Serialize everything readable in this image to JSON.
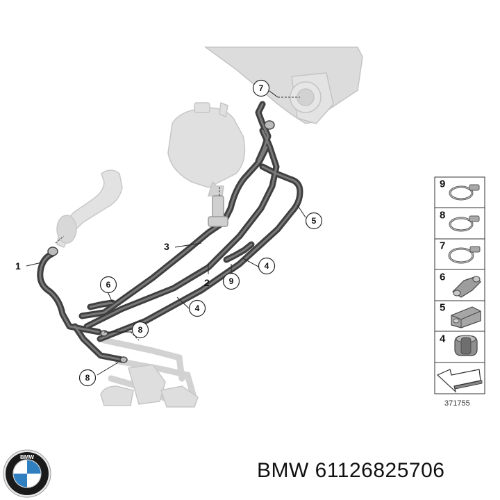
{
  "diagram": {
    "callouts": [
      {
        "id": "c7",
        "label": "7"
      },
      {
        "id": "c5",
        "label": "5"
      },
      {
        "id": "c4a",
        "label": "4"
      },
      {
        "id": "c9",
        "label": "9"
      },
      {
        "id": "c6",
        "label": "6"
      },
      {
        "id": "c4b",
        "label": "4"
      },
      {
        "id": "c8a",
        "label": "8"
      },
      {
        "id": "c8b",
        "label": "8"
      }
    ],
    "plain_labels": [
      {
        "id": "p1",
        "label": "1"
      },
      {
        "id": "p3",
        "label": "3"
      },
      {
        "id": "p2",
        "label": "2"
      }
    ],
    "legend": [
      {
        "label": "9",
        "icon": "hose-clamp-icon"
      },
      {
        "label": "8",
        "icon": "hose-clamp-icon"
      },
      {
        "label": "7",
        "icon": "hose-clamp-icon"
      },
      {
        "label": "6",
        "icon": "hose-bracket-icon"
      },
      {
        "label": "5",
        "icon": "hose-holder-icon"
      },
      {
        "label": "4",
        "icon": "foam-sleeve-icon"
      },
      {
        "label": "",
        "icon": "direction-arrow-icon"
      }
    ],
    "diagram_id": "371755"
  },
  "footer": {
    "brand": "BMW",
    "part_number": "61126825706",
    "text": "BMW 61126825706",
    "logo_letters": "BMW",
    "logo_icon": "bmw-roundel-logo"
  },
  "colors": {
    "hose": "#4a4a4a",
    "hose_highlight": "#8a8a8a",
    "ghost_part": "#d6d6d6",
    "ghost_edge": "#bdbdbd",
    "logo_blue": "#2f7fc1"
  }
}
